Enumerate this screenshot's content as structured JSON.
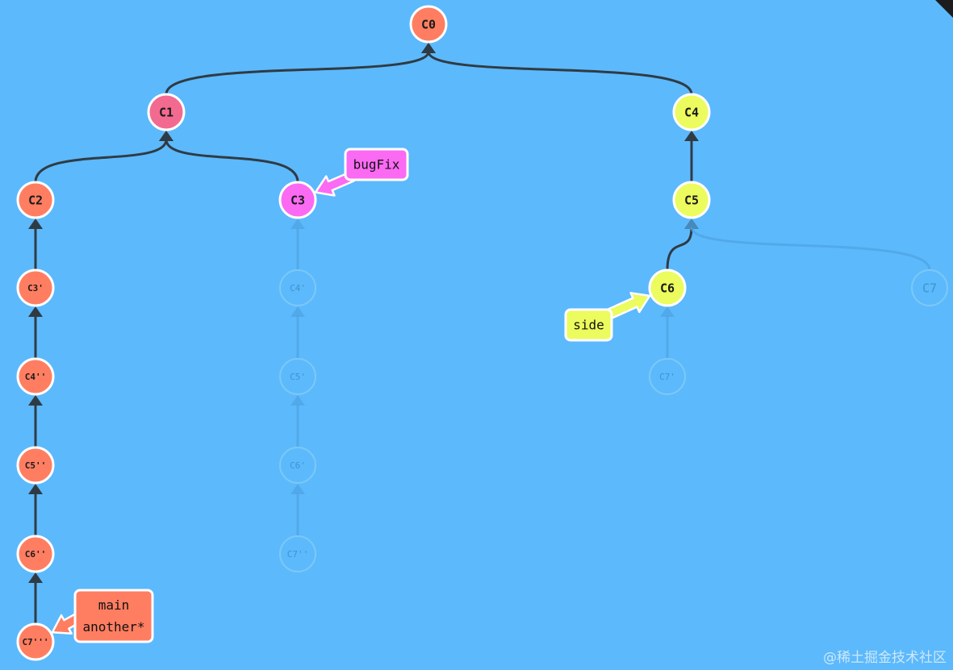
{
  "colors": {
    "background": "#5cb9fc",
    "main_branch": "#ff7e62",
    "c1": "#f36a90",
    "bugfix": "#fb6af3",
    "side": "#ecfb5d",
    "edge": "#2f3b44",
    "ghost": "#4fa4e3"
  },
  "commits": [
    {
      "id": "c0",
      "label": "C0",
      "color": "#ff7e62",
      "ghost": false
    },
    {
      "id": "c1",
      "label": "C1",
      "color": "#f36a90",
      "ghost": false
    },
    {
      "id": "c2",
      "label": "C2",
      "color": "#ff7e62",
      "ghost": false
    },
    {
      "id": "c3",
      "label": "C3",
      "color": "#fb6af3",
      "ghost": false
    },
    {
      "id": "c4",
      "label": "C4",
      "color": "#ecfb5d",
      "ghost": false
    },
    {
      "id": "c5",
      "label": "C5",
      "color": "#ecfb5d",
      "ghost": false
    },
    {
      "id": "c6",
      "label": "C6",
      "color": "#ecfb5d",
      "ghost": false
    },
    {
      "id": "c7",
      "label": "C7",
      "color": "#5cb9fc",
      "ghost": true
    },
    {
      "id": "c3p",
      "label": "C3'",
      "color": "#ff7e62",
      "ghost": false
    },
    {
      "id": "c4pp",
      "label": "C4''",
      "color": "#ff7e62",
      "ghost": false
    },
    {
      "id": "c5pp",
      "label": "C5''",
      "color": "#ff7e62",
      "ghost": false
    },
    {
      "id": "c6pp",
      "label": "C6''",
      "color": "#ff7e62",
      "ghost": false
    },
    {
      "id": "c7ppp",
      "label": "C7'''",
      "color": "#ff7e62",
      "ghost": false
    },
    {
      "id": "c4p",
      "label": "C4'",
      "color": "#5cb9fc",
      "ghost": true
    },
    {
      "id": "c5p",
      "label": "C5'",
      "color": "#5cb9fc",
      "ghost": true
    },
    {
      "id": "c6p",
      "label": "C6'",
      "color": "#5cb9fc",
      "ghost": true
    },
    {
      "id": "c7pp",
      "label": "C7''",
      "color": "#5cb9fc",
      "ghost": true
    },
    {
      "id": "c7p",
      "label": "C7'",
      "color": "#5cb9fc",
      "ghost": true
    }
  ],
  "edges": [
    {
      "from": "c1",
      "to": "c0",
      "ghost": false
    },
    {
      "from": "c4",
      "to": "c0",
      "ghost": false
    },
    {
      "from": "c2",
      "to": "c1",
      "ghost": false
    },
    {
      "from": "c3",
      "to": "c1",
      "ghost": false
    },
    {
      "from": "c5",
      "to": "c4",
      "ghost": false
    },
    {
      "from": "c6",
      "to": "c5",
      "ghost": false
    },
    {
      "from": "c7",
      "to": "c5",
      "ghost": true
    },
    {
      "from": "c3p",
      "to": "c2",
      "ghost": false
    },
    {
      "from": "c4pp",
      "to": "c3p",
      "ghost": false
    },
    {
      "from": "c5pp",
      "to": "c4pp",
      "ghost": false
    },
    {
      "from": "c6pp",
      "to": "c5pp",
      "ghost": false
    },
    {
      "from": "c7ppp",
      "to": "c6pp",
      "ghost": false
    },
    {
      "from": "c4p",
      "to": "c3",
      "ghost": true
    },
    {
      "from": "c5p",
      "to": "c4p",
      "ghost": true
    },
    {
      "from": "c6p",
      "to": "c5p",
      "ghost": true
    },
    {
      "from": "c7pp",
      "to": "c6p",
      "ghost": true
    },
    {
      "from": "c7p",
      "to": "c6",
      "ghost": true
    }
  ],
  "branches": [
    {
      "id": "bugfix",
      "lines": [
        "bugFix"
      ],
      "color": "#fb6af3",
      "target": "c3"
    },
    {
      "id": "side",
      "lines": [
        "side"
      ],
      "color": "#ecfb5d",
      "target": "c6"
    },
    {
      "id": "main",
      "lines": [
        "main",
        "another*"
      ],
      "color": "#ff7e62",
      "target": "c7ppp"
    }
  ],
  "watermark": "@稀土掘金技术社区"
}
